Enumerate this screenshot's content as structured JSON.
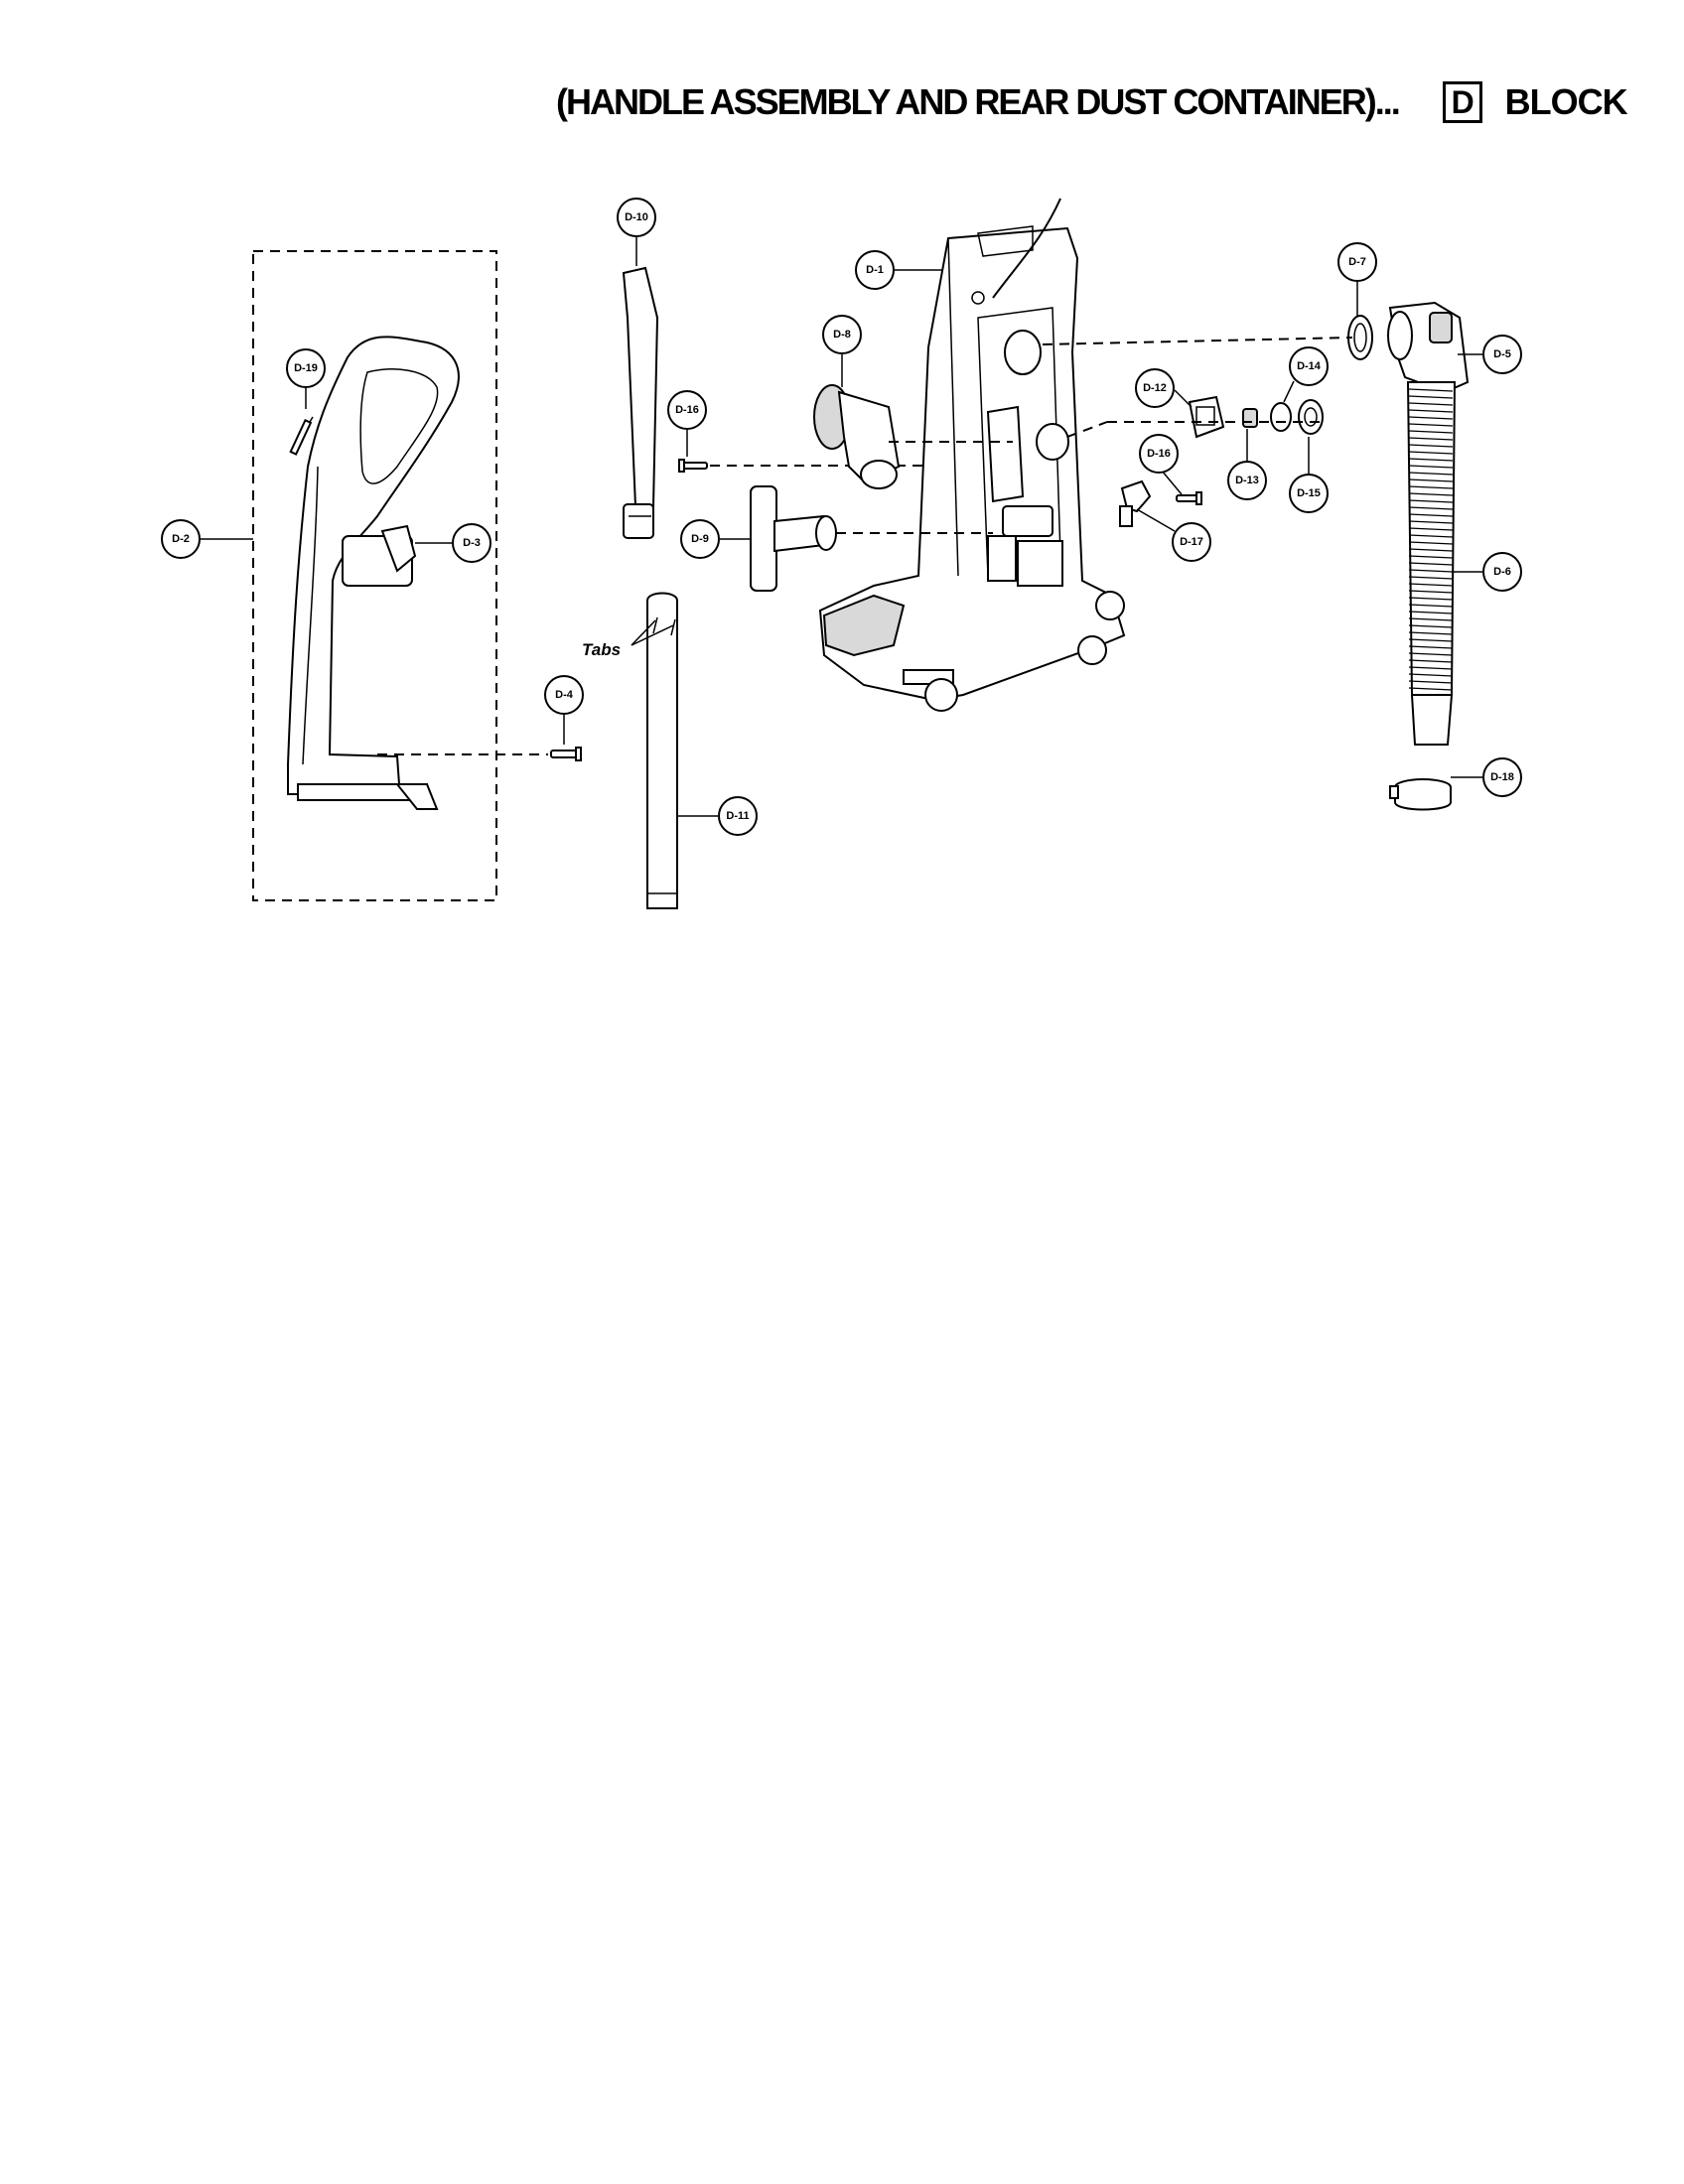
{
  "header": {
    "title": "(HANDLE ASSEMBLY AND REAR DUST CONTAINER)...",
    "block_letter": "D",
    "block_word": "BLOCK"
  },
  "labels": {
    "tabs": "Tabs"
  },
  "callouts": {
    "d1": "D-1",
    "d2": "D-2",
    "d3": "D-3",
    "d4": "D-4",
    "d5": "D-5",
    "d6": "D-6",
    "d7": "D-7",
    "d8": "D-8",
    "d9": "D-9",
    "d10": "D-10",
    "d11": "D-11",
    "d12": "D-12",
    "d13": "D-13",
    "d14": "D-14",
    "d15": "D-15",
    "d16a": "D-16",
    "d16b": "D-16",
    "d17": "D-17",
    "d18": "D-18",
    "d19": "D-19"
  }
}
